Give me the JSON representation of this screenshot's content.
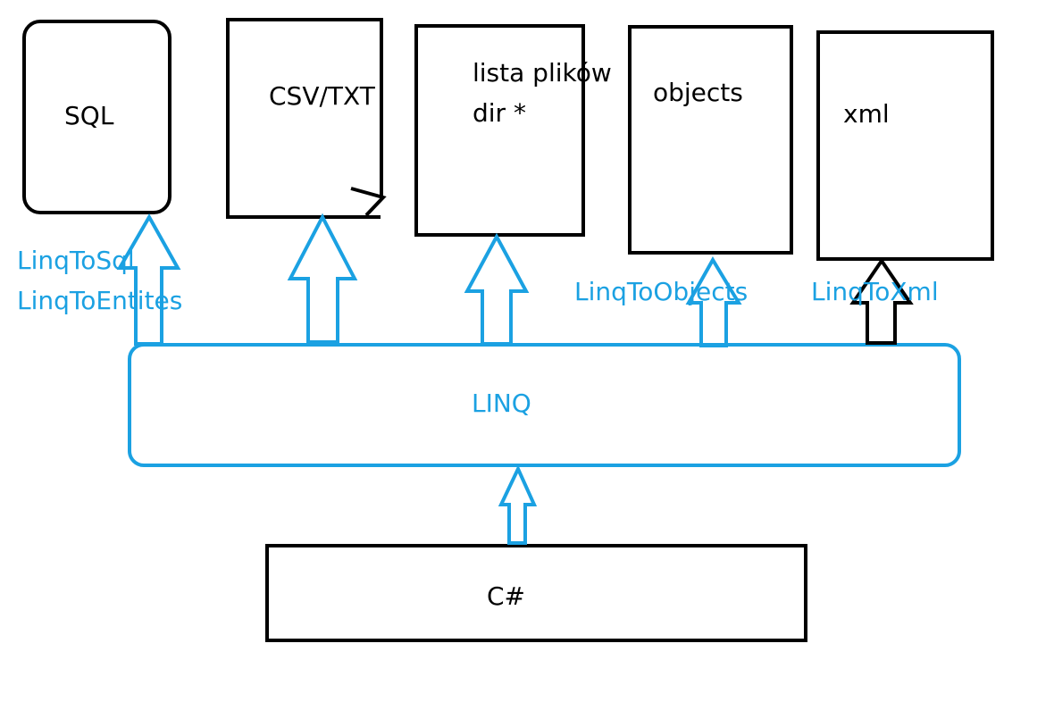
{
  "colors": {
    "ink": "#000000",
    "accent": "#1ba1e2",
    "background": "#ffffff"
  },
  "sources": {
    "sql": "SQL",
    "csv": "CSV/TXT",
    "files_line1": "lista plików",
    "files_line2": "dir *",
    "objects": "objects",
    "xml": "xml"
  },
  "providers": {
    "linq_to_sql": "LinqToSql",
    "linq_to_entities": "LinqToEntites",
    "linq_to_objects": "LinqToObjects",
    "linq_to_xml": "LinqToXml"
  },
  "layers": {
    "linq": "LINQ",
    "csharp": "C#"
  }
}
